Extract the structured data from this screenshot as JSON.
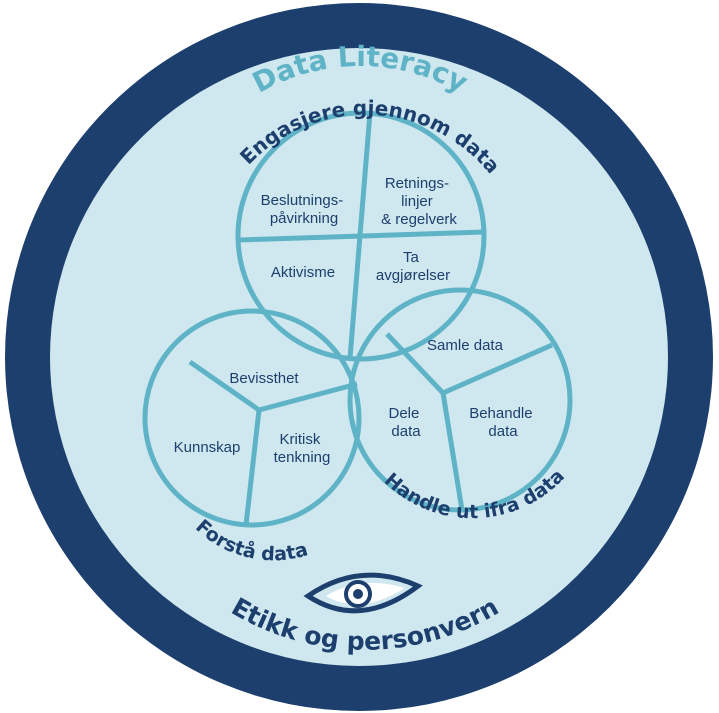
{
  "title": "Data Literacy",
  "footer": "Etikk og personvern",
  "colors": {
    "outer_ring": "#1d3f6e",
    "inner_fill": "#cfe7ee",
    "accent": "#5fb3c7",
    "dark_text": "#1d3f6e"
  },
  "circles": {
    "engage": {
      "label": "Engasjere gjennom data",
      "cells": {
        "tl": [
          "Beslutnings-",
          "påvirkning"
        ],
        "tr": [
          "Retnings-",
          "linjer",
          "& regelverk"
        ],
        "bl": [
          "Aktivisme"
        ],
        "br": [
          "Ta",
          "avgjørelser"
        ]
      }
    },
    "understand": {
      "label": "Forstå data",
      "cells": {
        "top": [
          "Bevissthet"
        ],
        "left": [
          "Kunnskap"
        ],
        "right": [
          "Kritisk",
          "tenkning"
        ]
      }
    },
    "act": {
      "label": "Handle ut ifra data",
      "cells": {
        "top": [
          "Samle data"
        ],
        "left": [
          "Dele",
          "data"
        ],
        "right": [
          "Behandle",
          "data"
        ]
      }
    }
  },
  "icons": {
    "eye": "eye-icon"
  }
}
